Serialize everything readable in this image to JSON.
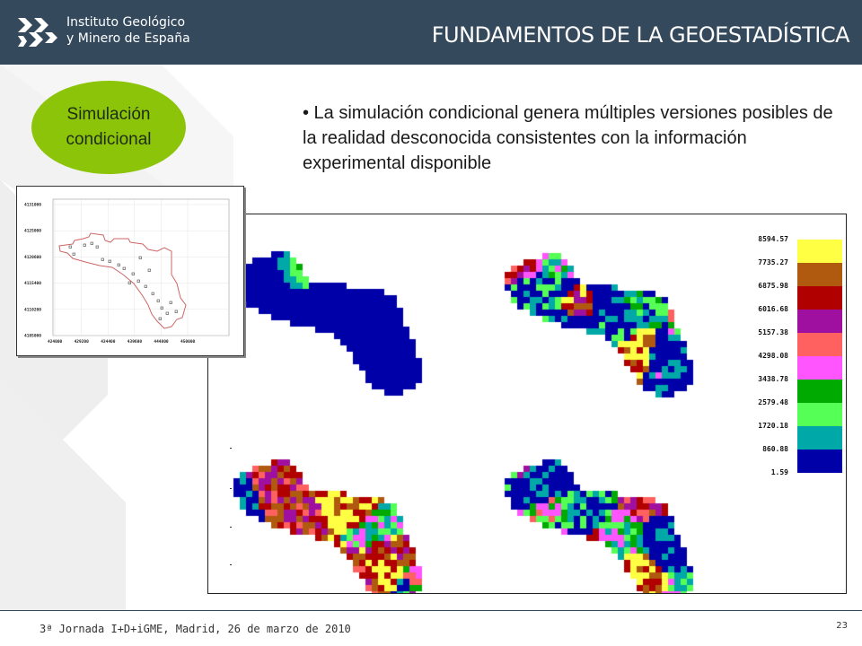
{
  "header": {
    "logo_line1": "Instituto Geológico",
    "logo_line2": "y Minero de España",
    "title": "FUNDAMENTOS DE LA GEOESTADÍSTICA",
    "bar_color": "#34495c"
  },
  "badge": {
    "label": "Simulación\ncondicional",
    "color": "#8cc40a"
  },
  "bullet_text": "• La simulación condicional genera múltiples versiones posibles de la realidad desconocida consistentes con la información experimental disponible",
  "inset_map": {
    "y_ticks": [
      "4131000",
      "4125000",
      "4120600",
      "4115400",
      "4110200",
      "4105000"
    ],
    "x_ticks": [
      "424000",
      "429200",
      "434400",
      "439600",
      "444800",
      "450000"
    ]
  },
  "legend": {
    "entries": [
      {
        "label": "8594.57",
        "color": "#ffff44"
      },
      {
        "label": "7735.27",
        "color": "#b05a10"
      },
      {
        "label": "6875.98",
        "color": "#b00000"
      },
      {
        "label": "6016.68",
        "color": "#a010a0"
      },
      {
        "label": "5157.38",
        "color": "#ff6060"
      },
      {
        "label": "4298.08",
        "color": "#ff55ff"
      },
      {
        "label": "3438.78",
        "color": "#00aa00"
      },
      {
        "label": "2579.48",
        "color": "#55ff55"
      },
      {
        "label": "1720.18",
        "color": "#00a8a8"
      },
      {
        "label": "860.88",
        "color": "#0000a8"
      },
      {
        "label": "1.59",
        "color": "#0000a8"
      }
    ]
  },
  "footer": {
    "text": "3ª Jornada I+D+iGME, Madrid, 26 de marzo de 2010",
    "page": "23"
  }
}
